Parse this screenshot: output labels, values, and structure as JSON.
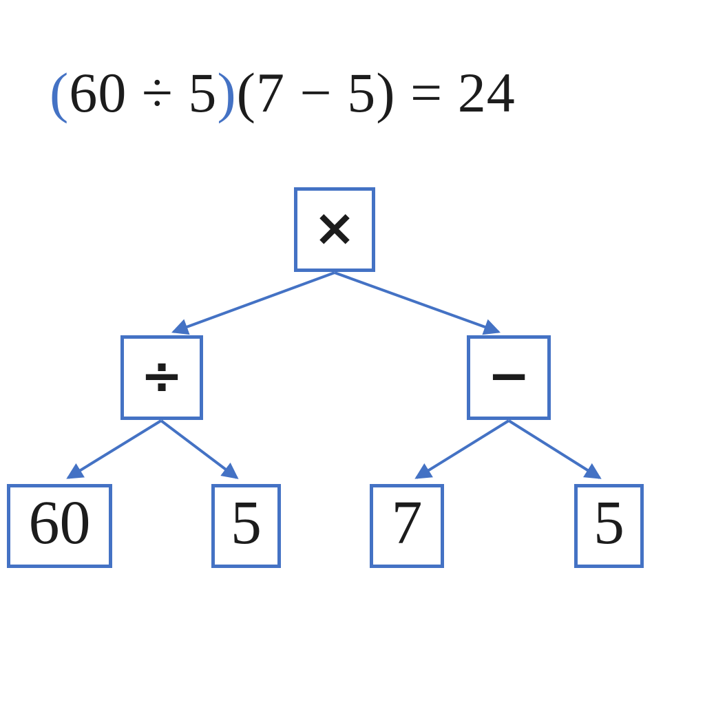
{
  "colors": {
    "accent_blue": "#4472C4",
    "text_black": "#1c1c1c",
    "background": "#ffffff"
  },
  "equation": {
    "full": "(60 ÷ 5)(7 − 5) = 24",
    "result": "24",
    "segments": [
      {
        "text": "(",
        "color": "blue"
      },
      {
        "text": "60 ÷ 5",
        "color": "black"
      },
      {
        "text": ")",
        "color": "blue"
      },
      {
        "text": "(7 − 5)",
        "color": "black"
      },
      {
        "text": " = 24",
        "color": "black"
      }
    ]
  },
  "tree": {
    "nodes": [
      {
        "id": "multiply",
        "label": "×",
        "type": "operator"
      },
      {
        "id": "divide",
        "label": "÷",
        "type": "operator"
      },
      {
        "id": "subtract",
        "label": "−",
        "type": "operator"
      },
      {
        "id": "operand-60",
        "label": "60",
        "type": "operand"
      },
      {
        "id": "operand-5-left",
        "label": "5",
        "type": "operand"
      },
      {
        "id": "operand-7",
        "label": "7",
        "type": "operand"
      },
      {
        "id": "operand-5-right",
        "label": "5",
        "type": "operand"
      }
    ],
    "edges": [
      {
        "from": "multiply",
        "to": "divide"
      },
      {
        "from": "multiply",
        "to": "subtract"
      },
      {
        "from": "divide",
        "to": "operand-60"
      },
      {
        "from": "divide",
        "to": "operand-5-left"
      },
      {
        "from": "subtract",
        "to": "operand-7"
      },
      {
        "from": "subtract",
        "to": "operand-5-right"
      }
    ]
  }
}
